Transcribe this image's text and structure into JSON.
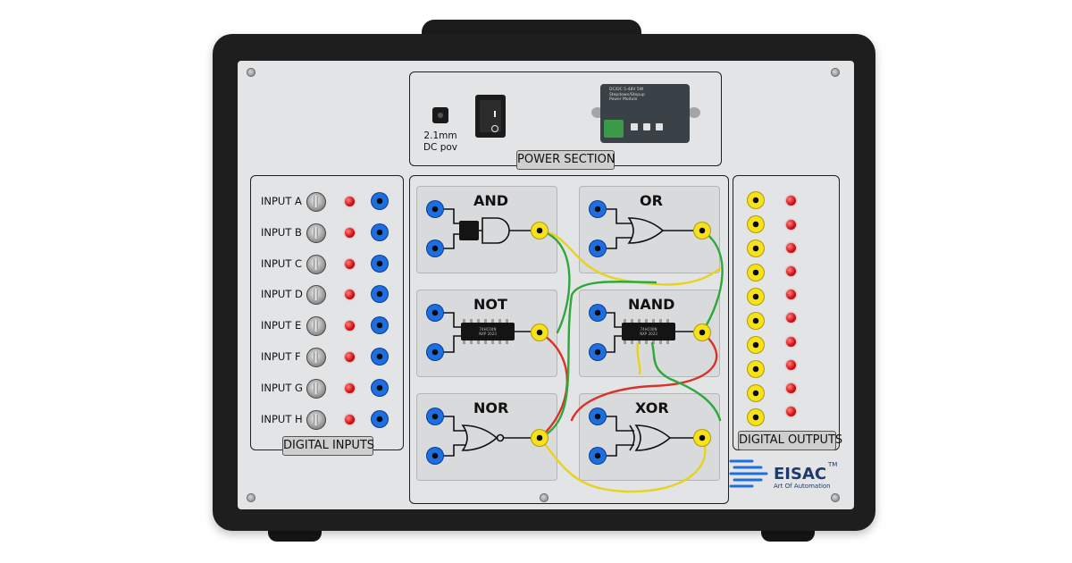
{
  "power_section": {
    "label": "POWER SECTION",
    "dc_jack_label_line1": "2.1mm",
    "dc_jack_label_line2": "DC pov",
    "module_text": "DC/DC 5-48V 5W\nStepdown/Stepup\nPower Module"
  },
  "digital_inputs": {
    "label": "DIGITAL INPUTS",
    "inputs": [
      {
        "label": "INPUT A"
      },
      {
        "label": "INPUT B"
      },
      {
        "label": "INPUT C"
      },
      {
        "label": "INPUT D"
      },
      {
        "label": "INPUT E"
      },
      {
        "label": "INPUT F"
      },
      {
        "label": "INPUT G"
      },
      {
        "label": "INPUT H"
      }
    ]
  },
  "gates": [
    {
      "title": "AND"
    },
    {
      "title": "OR"
    },
    {
      "title": "NOT"
    },
    {
      "title": "NAND"
    },
    {
      "title": "NOR"
    },
    {
      "title": "XOR"
    }
  ],
  "chip_text": {
    "not": "74HC04N\nNXP 2023",
    "nand": "74HC00N\nNXP 2023"
  },
  "digital_outputs": {
    "label": "DIGITAL OUTPUTS",
    "count": 10
  },
  "brand": {
    "name": "EISAC",
    "tm": "TM",
    "tagline": "Art Of Automation"
  },
  "colors": {
    "case": "#1e1e1e",
    "panel": "#e3e4e6",
    "blue_jack": "#1d6fe0",
    "yellow_jack": "#f6e21a",
    "led": "#d4141a",
    "brand": "#1c3a6b",
    "wire_yellow": "#e8d21c",
    "wire_green": "#2fa83a",
    "wire_red": "#d8332b"
  },
  "icons": [
    "toggle-switch-icon",
    "led-indicator-icon",
    "banana-jack-icon",
    "logic-gate-icon",
    "power-rocker-icon",
    "dc-jack-icon",
    "eisac-logo-icon"
  ]
}
